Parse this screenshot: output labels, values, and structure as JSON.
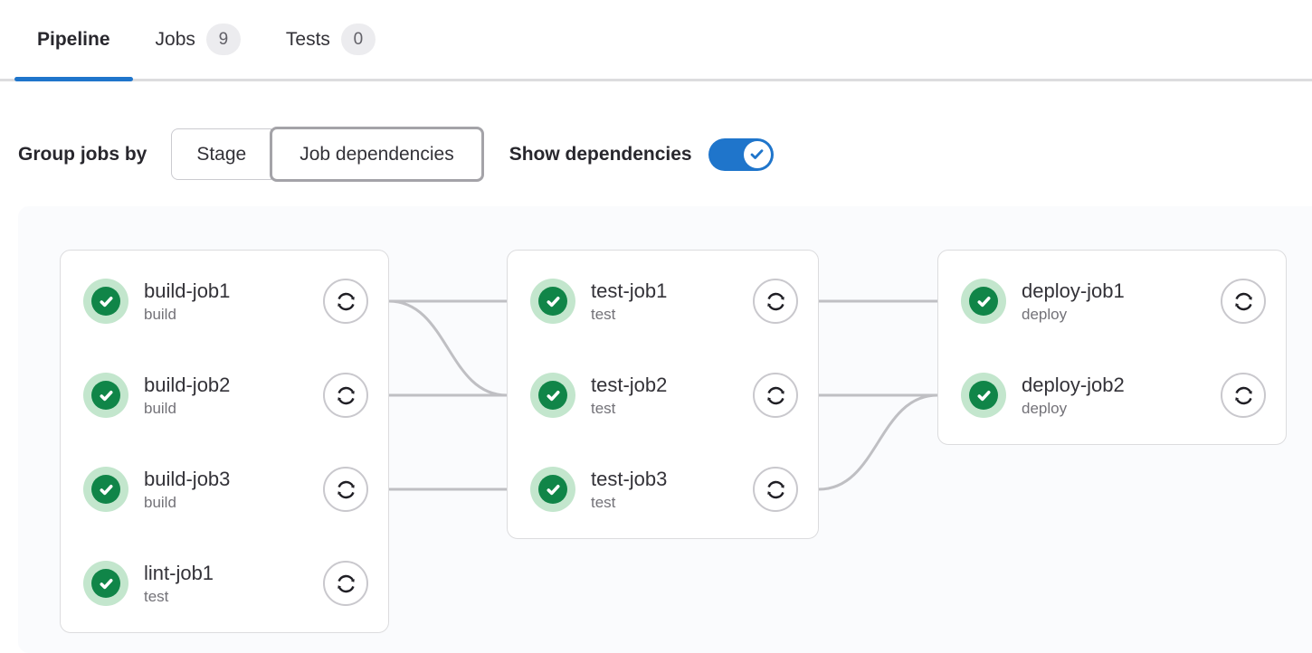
{
  "tabs": {
    "items": [
      {
        "label": "Pipeline",
        "active": true
      },
      {
        "label": "Jobs",
        "badge": "9",
        "active": false
      },
      {
        "label": "Tests",
        "badge": "0",
        "active": false
      }
    ]
  },
  "controls": {
    "group_label": "Group jobs by",
    "group_options": [
      {
        "label": "Stage",
        "selected": false
      },
      {
        "label": "Job dependencies",
        "selected": true
      }
    ],
    "show_dependencies_label": "Show dependencies",
    "show_dependencies_on": true
  },
  "colors": {
    "accent_blue": "#1f75cb",
    "success_green": "#108548",
    "success_green_light": "#c3e6cd",
    "link_line_gray": "#bfbfc3",
    "badge_bg": "#ececef",
    "graph_bg": "#fafbfd",
    "card_border": "#dcdcde"
  },
  "icons": {
    "status": "check-circle-icon",
    "action": "retry-icon",
    "toggle": "check-icon"
  },
  "graph": {
    "columns": [
      {
        "jobs": [
          {
            "name": "build-job1",
            "stage": "build",
            "status": "success"
          },
          {
            "name": "build-job2",
            "stage": "build",
            "status": "success"
          },
          {
            "name": "build-job3",
            "stage": "build",
            "status": "success"
          },
          {
            "name": "lint-job1",
            "stage": "test",
            "status": "success"
          }
        ]
      },
      {
        "jobs": [
          {
            "name": "test-job1",
            "stage": "test",
            "status": "success"
          },
          {
            "name": "test-job2",
            "stage": "test",
            "status": "success"
          },
          {
            "name": "test-job3",
            "stage": "test",
            "status": "success"
          }
        ]
      },
      {
        "jobs": [
          {
            "name": "deploy-job1",
            "stage": "deploy",
            "status": "success"
          },
          {
            "name": "deploy-job2",
            "stage": "deploy",
            "status": "success"
          }
        ]
      }
    ],
    "links": [
      {
        "from": "build-job1",
        "to": "test-job1"
      },
      {
        "from": "build-job1",
        "to": "test-job2"
      },
      {
        "from": "build-job2",
        "to": "test-job2"
      },
      {
        "from": "build-job3",
        "to": "test-job3"
      },
      {
        "from": "test-job1",
        "to": "deploy-job1"
      },
      {
        "from": "test-job2",
        "to": "deploy-job2"
      },
      {
        "from": "test-job3",
        "to": "deploy-job2"
      }
    ]
  }
}
